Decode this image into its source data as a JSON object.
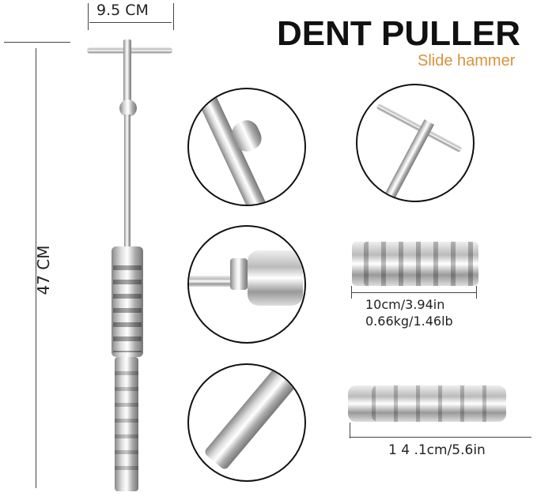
{
  "header": {
    "title": "DENT PULLER",
    "subtitle": "Slide hammer"
  },
  "dimensions": {
    "handle_width": "9.5 CM",
    "total_length": "47 CM",
    "weight_length": "10cm/3.94in",
    "weight_mass": "0.66kg/1.46lb",
    "shaft_length": "1 4 .1cm/5.6in"
  },
  "detail_views": [
    {
      "name": "shaft-collar-detail"
    },
    {
      "name": "t-handle-detail"
    },
    {
      "name": "nut-weight-detail"
    },
    {
      "name": "tip-end-detail"
    }
  ],
  "colors": {
    "title": "#111111",
    "subtitle": "#d9923a",
    "circle_border": "#111111"
  }
}
